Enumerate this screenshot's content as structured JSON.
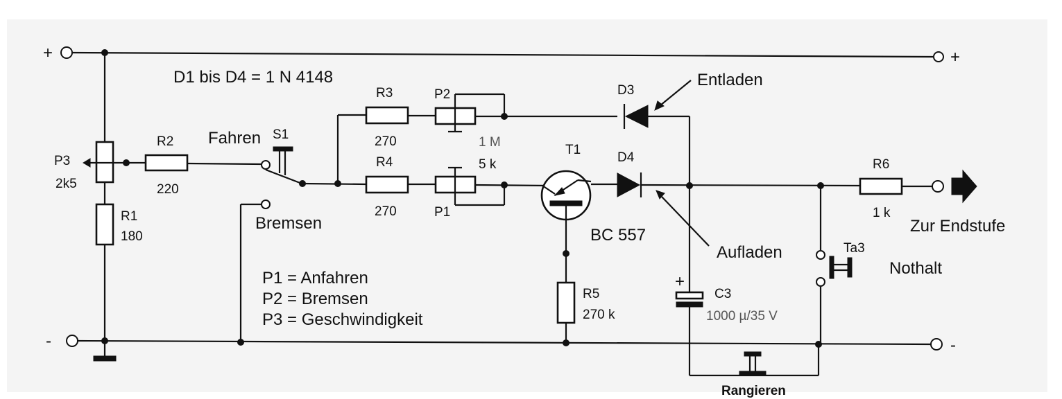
{
  "note_diodes": "D1 bis D4 = 1 N 4148",
  "legend": [
    "P1 = Anfahren",
    "P2 = Bremsen",
    "P3 = Geschwindigkeit"
  ],
  "terminals": {
    "top_left": "+",
    "top_right": "+",
    "bottom_left": "-",
    "bottom_right": "-"
  },
  "components": {
    "p3": {
      "name": "P3",
      "value": "2k5"
    },
    "r1": {
      "name": "R1",
      "value": "180"
    },
    "r2": {
      "name": "R2",
      "value": "220"
    },
    "s1": {
      "name": "S1",
      "pos_drive": "Fahren",
      "pos_brake": "Bremsen"
    },
    "r3": {
      "name": "R3",
      "value": "270"
    },
    "r4": {
      "name": "R4",
      "value": "270"
    },
    "p2": {
      "name": "P2",
      "value": "1 M"
    },
    "p1": {
      "name": "P1",
      "value": "5 k"
    },
    "t1": {
      "name": "T1",
      "value": "BC 557"
    },
    "d3": {
      "name": "D3",
      "note": "Entladen"
    },
    "d4": {
      "name": "D4",
      "note": "Aufladen"
    },
    "r5": {
      "name": "R5",
      "value": "270 k"
    },
    "c3": {
      "name": "C3",
      "value": "1000 µ/35 V",
      "polarity": "+"
    },
    "r6": {
      "name": "R6",
      "value": "1 k"
    },
    "ta3": {
      "name": "Ta3",
      "note": "Nothalt"
    },
    "rangieren": {
      "name": "Rangieren"
    }
  },
  "output_label": "Zur Endstufe"
}
